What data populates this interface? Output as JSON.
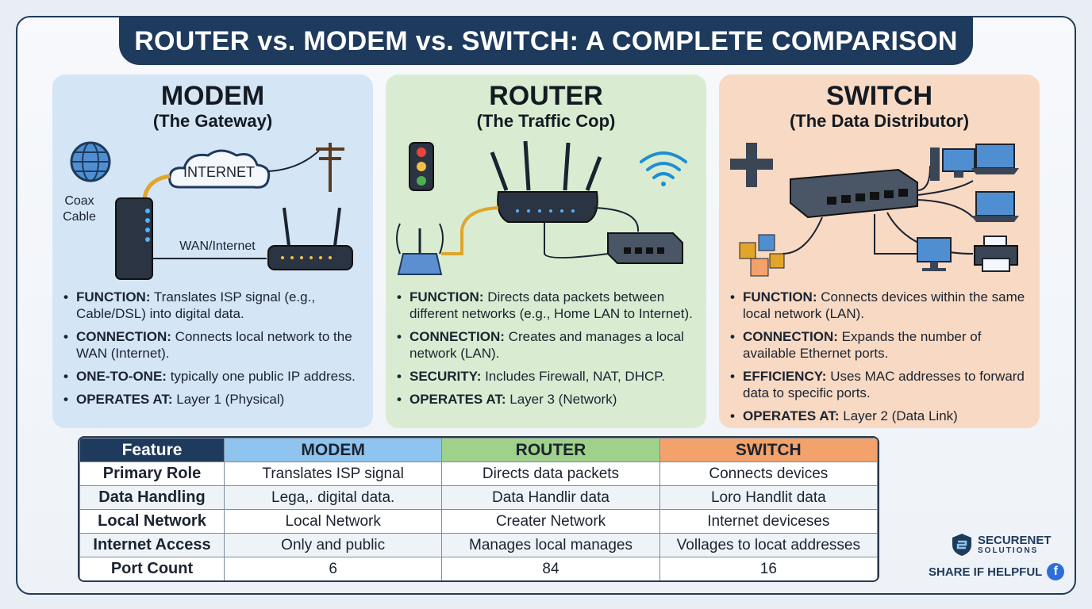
{
  "title": "ROUTER vs. MODEM vs. SWITCH: A COMPLETE COMPARISON",
  "panels": {
    "modem": {
      "heading": "MODEM",
      "subheading": "(The Gateway)",
      "labels": {
        "cloud": "INTERNET",
        "coax_line1": "Coax",
        "coax_line2": "Cable",
        "wan": "WAN/Internet"
      },
      "bullets": [
        {
          "key": "FUNCTION:",
          "text": " Translates ISP signal (e.g., Cable/DSL) into digital data."
        },
        {
          "key": "CONNECTION:",
          "text": " Connects local network to the WAN (Internet)."
        },
        {
          "key": "ONE-TO-ONE:",
          "text": " typically one public IP address."
        },
        {
          "key": "OPERATES AT:",
          "text": " Layer 1 (Physical)"
        }
      ]
    },
    "router": {
      "heading": "ROUTER",
      "subheading": "(The Traffic Cop)",
      "bullets": [
        {
          "key": "FUNCTION:",
          "text": " Directs data packets between different networks (e.g., Home LAN to Internet)."
        },
        {
          "key": "CONNECTION:",
          "text": " Creates and manages a local network (LAN)."
        },
        {
          "key": "SECURITY:",
          "text": " Includes Firewall, NAT, DHCP."
        },
        {
          "key": "OPERATES AT:",
          "text": " Layer 3 (Network)"
        }
      ]
    },
    "switch": {
      "heading": "SWITCH",
      "subheading": "(The Data Distributor)",
      "bullets": [
        {
          "key": "FUNCTION:",
          "text": " Connects devices within the same local network (LAN)."
        },
        {
          "key": "CONNECTION:",
          "text": " Expands the number of available Ethernet ports."
        },
        {
          "key": "EFFICIENCY:",
          "text": " Uses MAC addresses to forward data to specific ports."
        },
        {
          "key": "OPERATES AT:",
          "text": " Layer 2 (Data Link)"
        }
      ]
    }
  },
  "table": {
    "headers": [
      "Feature",
      "MODEM",
      "ROUTER",
      "SWITCH"
    ],
    "rows": [
      [
        "Primary Role",
        "Translates ISP signal",
        "Directs data packets",
        "Connects devices"
      ],
      [
        "Data Handling",
        "Lega,. digital data.",
        "Data Handlir data",
        "Loro Handlit data"
      ],
      [
        "Local Network",
        "Local Network",
        "Creater Network",
        "Internet deviceses"
      ],
      [
        "Internet Access",
        "Only and public",
        "Manages local manages",
        "Vollages to locat addresses"
      ],
      [
        "Port Count",
        "6",
        "84",
        "16"
      ]
    ]
  },
  "brand": {
    "name": "SECURENET",
    "sub": "SOLUTIONS"
  },
  "share": "SHARE IF HELPFUL",
  "facebook_glyph": "f",
  "colors": {
    "navy": "#1e3a5c",
    "modem_panel": "#d4e5f6",
    "router_panel": "#d9ecd2",
    "switch_panel": "#f8d9c3",
    "modem_header": "#8ec4ee",
    "router_header": "#9fd18b",
    "switch_header": "#f3a26b"
  }
}
